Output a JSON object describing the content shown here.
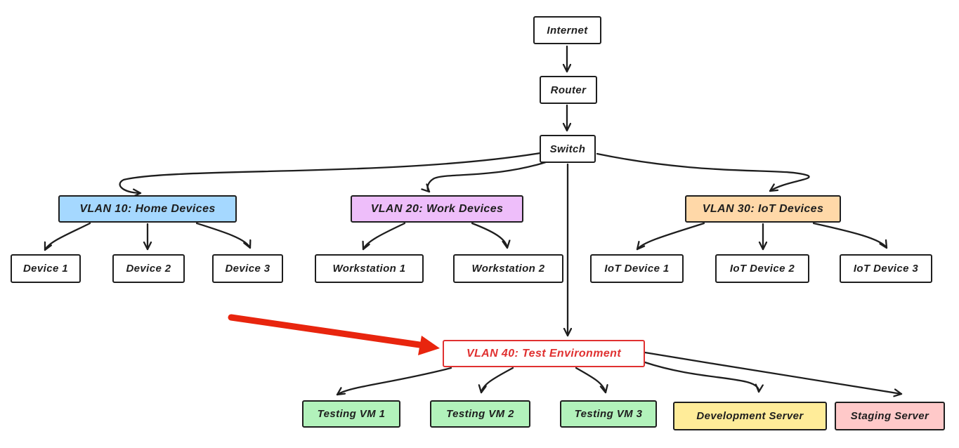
{
  "colors": {
    "stroke": "#1e1e1e",
    "alert_red": "#e03131",
    "annotation_arrow_red": "#e8250e",
    "vlan10_bg": "#a5d8ff",
    "vlan20_bg": "#eebefa",
    "vlan30_bg": "#ffd8a8",
    "vm_bg": "#b2f2bb",
    "dev_bg": "#ffec99",
    "staging_bg": "#ffc9c9",
    "plain_bg": "#ffffff"
  },
  "nodes": {
    "internet": {
      "label": "Internet",
      "bg": "#ffffff"
    },
    "router": {
      "label": "Router",
      "bg": "#ffffff"
    },
    "switch": {
      "label": "Switch",
      "bg": "#ffffff"
    },
    "vlan10": {
      "label": "VLAN 10: Home Devices",
      "bg": "#a5d8ff"
    },
    "device1": {
      "label": "Device 1",
      "bg": "#ffffff"
    },
    "device2": {
      "label": "Device 2",
      "bg": "#ffffff"
    },
    "device3": {
      "label": "Device 3",
      "bg": "#ffffff"
    },
    "vlan20": {
      "label": "VLAN 20: Work Devices",
      "bg": "#eebefa"
    },
    "workstation1": {
      "label": "Workstation 1",
      "bg": "#ffffff"
    },
    "workstation2": {
      "label": "Workstation 2",
      "bg": "#ffffff"
    },
    "vlan30": {
      "label": "VLAN 30: IoT Devices",
      "bg": "#ffd8a8"
    },
    "iot1": {
      "label": "IoT Device 1",
      "bg": "#ffffff"
    },
    "iot2": {
      "label": "IoT Device 2",
      "bg": "#ffffff"
    },
    "iot3": {
      "label": "IoT Device 3",
      "bg": "#ffffff"
    },
    "vlan40": {
      "label": "VLAN 40: Test Environment",
      "bg": "#ffffff",
      "fg": "#e03131",
      "border": "#e03131"
    },
    "vm1": {
      "label": "Testing VM 1",
      "bg": "#b2f2bb"
    },
    "vm2": {
      "label": "Testing VM 2",
      "bg": "#b2f2bb"
    },
    "vm3": {
      "label": "Testing VM 3",
      "bg": "#b2f2bb"
    },
    "devserver": {
      "label": "Development Server",
      "bg": "#ffec99"
    },
    "staging": {
      "label": "Staging Server",
      "bg": "#ffc9c9"
    }
  }
}
